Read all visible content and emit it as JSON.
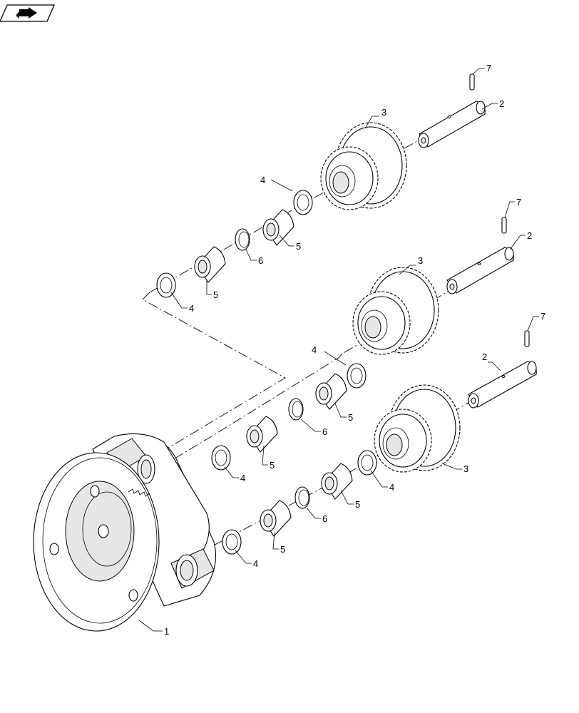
{
  "diagram": {
    "callouts": [
      {
        "id": "c1",
        "label": "1"
      },
      {
        "id": "c2a",
        "label": "2"
      },
      {
        "id": "c2b",
        "label": "2"
      },
      {
        "id": "c2c",
        "label": "2"
      },
      {
        "id": "c3a",
        "label": "3"
      },
      {
        "id": "c3b",
        "label": "3"
      },
      {
        "id": "c3c",
        "label": "3"
      },
      {
        "id": "c4a",
        "label": "4"
      },
      {
        "id": "c4b",
        "label": "4"
      },
      {
        "id": "c4c",
        "label": "4"
      },
      {
        "id": "c4d",
        "label": "4"
      },
      {
        "id": "c4e",
        "label": "4"
      },
      {
        "id": "c4f",
        "label": "4"
      },
      {
        "id": "c5a",
        "label": "5"
      },
      {
        "id": "c5b",
        "label": "5"
      },
      {
        "id": "c5c",
        "label": "5"
      },
      {
        "id": "c5d",
        "label": "5"
      },
      {
        "id": "c5e",
        "label": "5"
      },
      {
        "id": "c5f",
        "label": "5"
      },
      {
        "id": "c6a",
        "label": "6"
      },
      {
        "id": "c6b",
        "label": "6"
      },
      {
        "id": "c6c",
        "label": "6"
      },
      {
        "id": "c7a",
        "label": "7"
      },
      {
        "id": "c7b",
        "label": "7"
      },
      {
        "id": "c7c",
        "label": "7"
      }
    ]
  }
}
